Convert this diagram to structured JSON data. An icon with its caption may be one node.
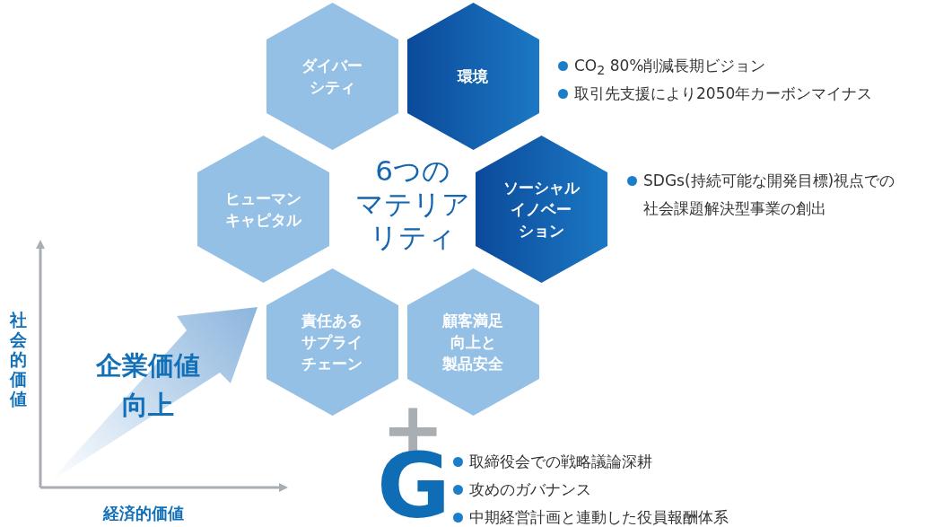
{
  "diagram": {
    "nodes": [
      {
        "text": [
          "ダイバーシティ"
        ]
      },
      {
        "text": [
          "環境"
        ],
        "beside": [
          "CO$_{2}$ 80%削減長期ビジョン",
          "取引先支援により2050年カーボンマイナス"
        ]
      },
      {
        "text": [
          "ヒューマンキャピタル"
        ]
      },
      {
        "text": [
          "ソーシャルイノベーション"
        ],
        "beside": [
          "SDGs(持続可能な開発目標)視点での社会課題解決型事業の創出"
        ]
      },
      {
        "text": [
          "責任あるサプライチェーン"
        ]
      },
      {
        "text": [
          "顧客満足向上と製品安全"
        ]
      }
    ],
    "labels": [
      "6つのマテリアリティ",
      "企業価値向上",
      "社会的価値",
      "経済的価値",
      "+",
      "G",
      "取締役会での戦略議論深耕",
      "攻めのガバナンス",
      "中期経営計画と連動した役員報酬体系"
    ]
  }
}
